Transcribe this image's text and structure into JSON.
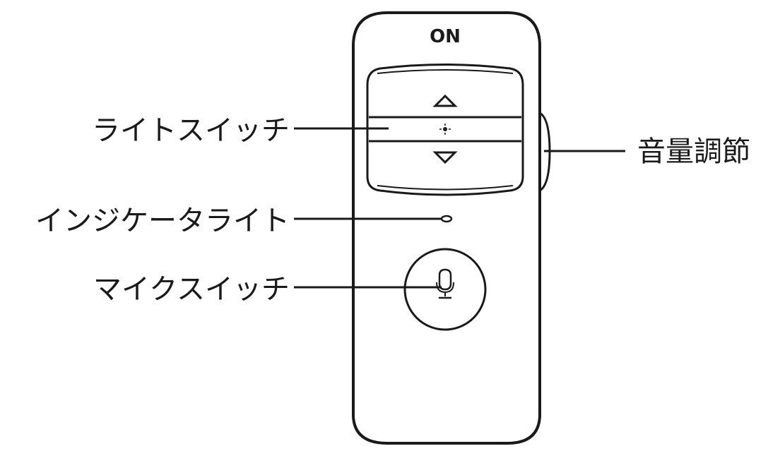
{
  "device": {
    "power_label": "ON"
  },
  "callouts": {
    "light_switch": "ライトスイッチ",
    "indicator_light": "インジケータライト",
    "mic_switch": "マイクスイッチ",
    "volume_control": "音量調節"
  },
  "icons": {
    "volume_up": "triangle-up-icon",
    "light": "light-icon",
    "volume_down": "triangle-down-icon",
    "microphone": "microphone-icon"
  },
  "colors": {
    "line": "#1a1a1a",
    "background": "#ffffff"
  }
}
